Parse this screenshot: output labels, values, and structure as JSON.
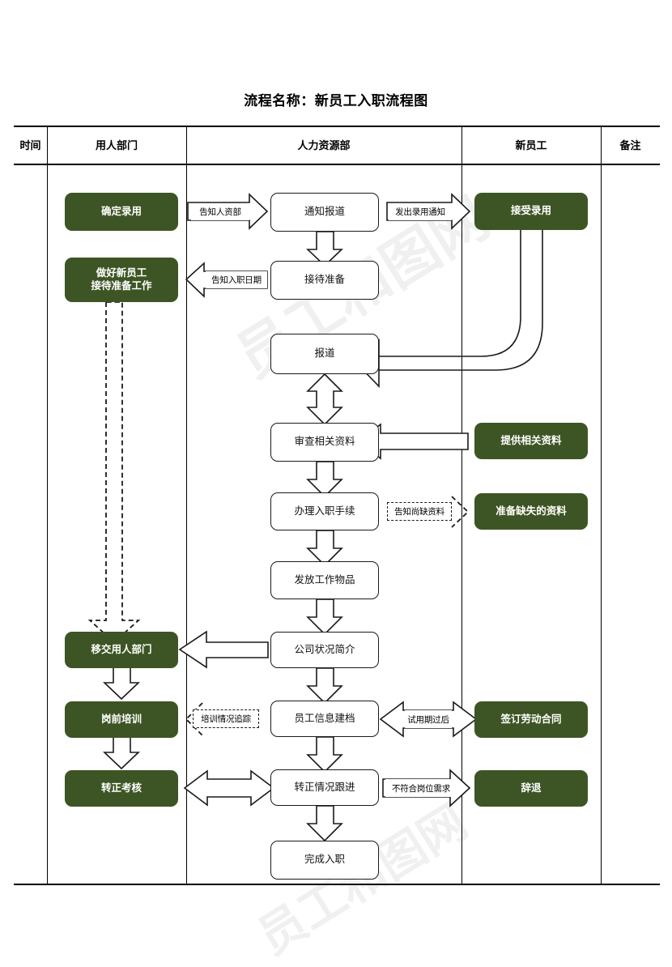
{
  "document": {
    "title": "流程名称：新员工入职流程图",
    "watermark": "员工和图网"
  },
  "table": {
    "columns": [
      {
        "key": "time",
        "header": "时间"
      },
      {
        "key": "dept",
        "header": "用人部门"
      },
      {
        "key": "hr",
        "header": "人力资源部"
      },
      {
        "key": "emp",
        "header": "新员工"
      },
      {
        "key": "notes",
        "header": "备注"
      }
    ]
  },
  "theme": {
    "green": "#3D5524",
    "line": "#1a1a1a",
    "white": "#ffffff"
  },
  "flow": {
    "nodes": [
      {
        "id": "n1",
        "label": "确定录用",
        "lane": "dept",
        "style": "green"
      },
      {
        "id": "n2",
        "label": "做好新员工\n接待准备工作",
        "lane": "dept",
        "style": "green"
      },
      {
        "id": "n3",
        "label": "移交用人部门",
        "lane": "dept",
        "style": "green"
      },
      {
        "id": "n4",
        "label": "岗前培训",
        "lane": "dept",
        "style": "green"
      },
      {
        "id": "n5",
        "label": "转正考核",
        "lane": "dept",
        "style": "green"
      },
      {
        "id": "h1",
        "label": "通知报道",
        "lane": "hr",
        "style": "white"
      },
      {
        "id": "h2",
        "label": "接待准备",
        "lane": "hr",
        "style": "white"
      },
      {
        "id": "h3",
        "label": "报道",
        "lane": "hr",
        "style": "white"
      },
      {
        "id": "h4",
        "label": "审查相关资料",
        "lane": "hr",
        "style": "white"
      },
      {
        "id": "h5",
        "label": "办理入职手续",
        "lane": "hr",
        "style": "white"
      },
      {
        "id": "h6",
        "label": "发放工作物品",
        "lane": "hr",
        "style": "white"
      },
      {
        "id": "h7",
        "label": "公司状况简介",
        "lane": "hr",
        "style": "white"
      },
      {
        "id": "h8",
        "label": "员工信息建档",
        "lane": "hr",
        "style": "white"
      },
      {
        "id": "h9",
        "label": "转正情况跟进",
        "lane": "hr",
        "style": "white"
      },
      {
        "id": "h10",
        "label": "完成入职",
        "lane": "hr",
        "style": "white"
      },
      {
        "id": "e1",
        "label": "接受录用",
        "lane": "emp",
        "style": "green"
      },
      {
        "id": "e2",
        "label": "提供相关资料",
        "lane": "emp",
        "style": "green"
      },
      {
        "id": "e3",
        "label": "准备缺失的资料",
        "lane": "emp",
        "style": "green"
      },
      {
        "id": "e4",
        "label": "签订劳动合同",
        "lane": "emp",
        "style": "green"
      },
      {
        "id": "e5",
        "label": "辞退",
        "lane": "emp",
        "style": "green"
      }
    ],
    "edge_labels": [
      {
        "id": "L1",
        "text": "告知人资部",
        "style": "solid"
      },
      {
        "id": "L2",
        "text": "发出录用通知",
        "style": "solid"
      },
      {
        "id": "L3",
        "text": "告知入职日期",
        "style": "solid"
      },
      {
        "id": "L4",
        "text": "告知尚缺资料",
        "style": "dashed"
      },
      {
        "id": "L5",
        "text": "培训情况追踪",
        "style": "dashed"
      },
      {
        "id": "L6",
        "text": "试用期过后",
        "style": "solid"
      },
      {
        "id": "L7",
        "text": "不符合岗位需求",
        "style": "solid"
      }
    ]
  }
}
